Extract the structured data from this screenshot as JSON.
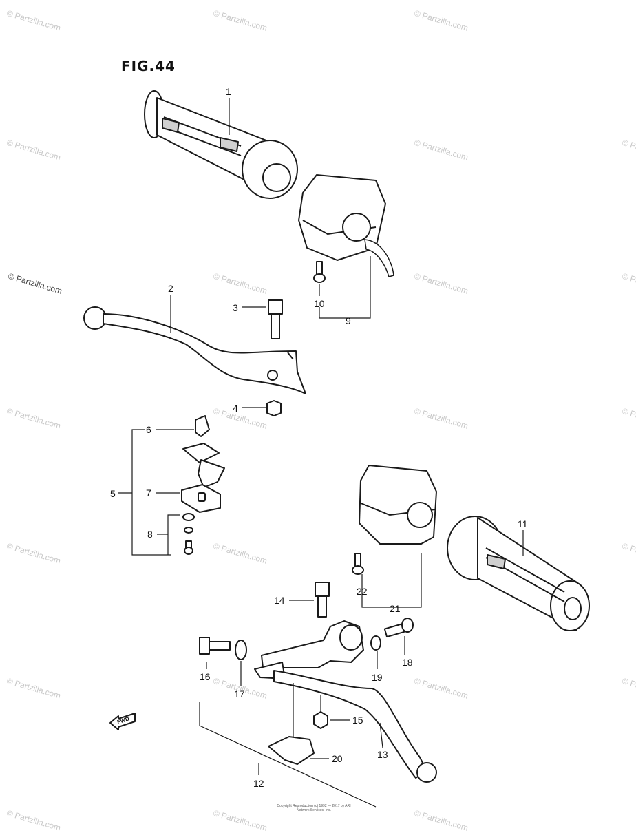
{
  "figure": {
    "title": "FIG.44"
  },
  "parts": [
    {
      "no": "1"
    },
    {
      "no": "2"
    },
    {
      "no": "3"
    },
    {
      "no": "4"
    },
    {
      "no": "5"
    },
    {
      "no": "6"
    },
    {
      "no": "7"
    },
    {
      "no": "8"
    },
    {
      "no": "9"
    },
    {
      "no": "10"
    },
    {
      "no": "11"
    },
    {
      "no": "12"
    },
    {
      "no": "13"
    },
    {
      "no": "14"
    },
    {
      "no": "15"
    },
    {
      "no": "16"
    },
    {
      "no": "17"
    },
    {
      "no": "18"
    },
    {
      "no": "19"
    },
    {
      "no": "20"
    },
    {
      "no": "21"
    },
    {
      "no": "22"
    }
  ],
  "fwd_arrow_label": "FWD",
  "watermark": {
    "text": "© Partzilla.com"
  },
  "copyright_note": "Copyright Reproduction (c) 1992 — 2017 by ARI Network Services, Inc.",
  "colors": {
    "line": "#1a1a1a",
    "part_fill": "#ffffff",
    "watermark": "#c9c9c9"
  }
}
